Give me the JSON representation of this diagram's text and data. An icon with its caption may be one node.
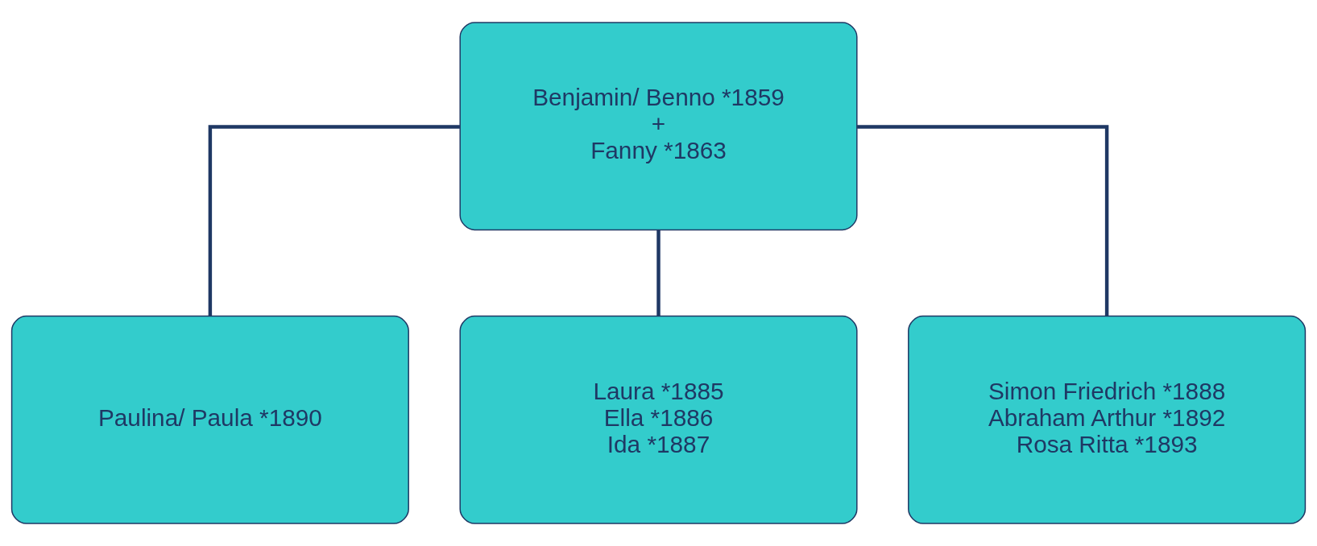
{
  "diagram": {
    "nodes": [
      {
        "text": [
          "Benjamin/ Benno *1859",
          "+",
          "Fanny *1863"
        ]
      },
      {
        "text": [
          "Paulina/ Paula *1890"
        ]
      },
      {
        "text": [
          "Laura *1885",
          "Ella *1886",
          "Ida *1887"
        ]
      },
      {
        "text": [
          "Simon Friedrich *1888",
          "Abraham Arthur *1892",
          "Rosa Ritta *1893"
        ]
      }
    ],
    "edges": [
      {
        "from": 0,
        "to": 1,
        "arrow": "none"
      },
      {
        "from": 0,
        "to": 2,
        "arrow": "none"
      },
      {
        "from": 0,
        "to": 3,
        "arrow": "none"
      }
    ]
  }
}
